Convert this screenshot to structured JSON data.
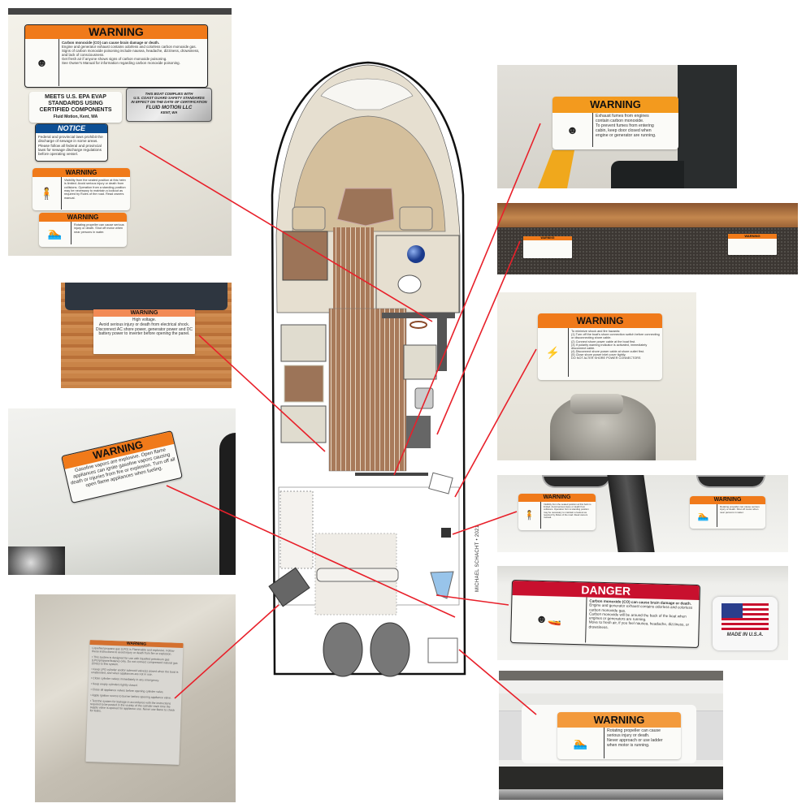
{
  "credit": "MICHAEL SCHACHT • 2021",
  "colors": {
    "warning_orange": "#f07a1a",
    "danger_red": "#c8102e",
    "notice_blue": "#0d4f94",
    "leader_line": "#e8202a",
    "teak": "#a87a5a",
    "cabin_beige": "#e6dfd0",
    "cushion_tan": "#d4bf9c"
  },
  "photos": {
    "helm_panel": {
      "co_warning": {
        "title": "WARNING",
        "lines": [
          "Carbon monoxide (CO) can cause brain damage or death.",
          "Engine and generator exhaust contains odorless and colorless carbon monoxide gas.",
          "Signs of carbon monoxide poisoning include nausea, headache, dizziness, drowsiness, and lack of consciousness.",
          "Get fresh air if anyone shows signs of carbon monoxide poisoning.",
          "See Owner's Manual for information regarding carbon monoxide poisoning."
        ]
      },
      "epa": {
        "lines": [
          "MEETS U.S. EPA EVAP",
          "STANDARDS USING",
          "CERTIFIED COMPONENTS"
        ],
        "maker": "Fluid Motion, Kent, WA"
      },
      "uscg": {
        "lines": [
          "THIS BOAT COMPLIES WITH",
          "U.S. COAST GUARD SAFETY STANDARDS",
          "IN EFFECT ON THE DATE OF CERTIFICATION"
        ],
        "maker": "FLUID MOTION LLC",
        "city": "KENT, WA"
      },
      "notice": {
        "title": "NOTICE",
        "text": "Federal and provincial laws prohibit the discharge of sewage in some areas. Please follow all federal and provincial laws for sewage discharge regulations before operating vessel."
      },
      "visibility_warning": {
        "title": "WARNING",
        "text": "Visibility from the seated position at this helm is limited. Avoid serious injury or death from collisions. Operation from a standing position may be necessary to maintain a lookout as required by Rules of the road. Read owners manual."
      },
      "propeller_warning": {
        "title": "WARNING",
        "text": "Rotating propeller can cause serious injury or death. Shut off motor when near persons in water."
      }
    },
    "electrical_panel": {
      "title": "WARNING",
      "lines": [
        "High voltage.",
        "Avoid serious injury or death from electrical shock. Disconnect AC shore power, generator power and DC battery power to inverter before opening the panel."
      ]
    },
    "fuel_fill": {
      "title": "WARNING",
      "text": "Gasoline vapors are explosive. Open flame appliances can ignite gasoline vapors causing death or injuries from fire or explosion. Turn off all open flame appliances when fueling."
    },
    "lpg_locker": {
      "title": "WARNING",
      "paragraphs": [
        "Liquefied propane gas (LPG) is Flammable and explosive. Follow these instructions to avoid injury or death from fire or explosion.",
        "• This system is designed for use with liquefied petroleum gas (LPG/propane/butane) only. Do not connect compressed natural gas (CNG) to this system.",
        "• Keep LPG cylinder and/or solenoid valve(s) closed when the boat is unattended, and when appliances are not in use.",
        "• Close cylinder valves immediately in any emergency.",
        "• Keep empty cylinders tightly closed.",
        "• Close all appliance valves before opening cylinder valve.",
        "• Apply ignition source to burner before opening appliance valve.",
        "• Test the system for leakage in accordance with the instructions required to be posted in the vicinity of the cylinder each time the supply valve is opened for appliance use. Never use flame to check for leaks."
      ]
    },
    "cabin_door": {
      "title": "WARNING",
      "lines": [
        "Exhaust fumes from engines",
        "contain carbon monoxide.",
        "To prevent fumes from entering",
        "cabin, keep door closed when",
        "engine or generator are running."
      ]
    },
    "galley_counter": {
      "left_title": "WARNING",
      "right_title": "WARNING"
    },
    "shore_power": {
      "title": "WARNING",
      "lines": [
        "To minimize shock and fire hazards:",
        "(1) Turn off the boat's shore connection switch before connecting or disconnecting shore cable.",
        "(2) Connect shore power cable at the boat first.",
        "(3) If polarity warning indicator is activated, immediately disconnect cable.",
        "(4) Disconnect shore power cable at shore outlet first.",
        "(5) Close shore power inlet cover tightly.",
        "DO NOT ALTER SHORE POWER CONNECTORS"
      ]
    },
    "helm_console": {
      "visibility_warning": {
        "title": "WARNING",
        "text": "Visibility from the seated position at this helm is limited. Avoid serious injury or death from collisions. Operation from a standing position may be necessary to maintain a lookout as required by Rules of the road. Read owners manual."
      },
      "propeller_warning": {
        "title": "WARNING",
        "text": "Rotating propeller can cause serious injury or death. Shut off motor when near persons in water."
      }
    },
    "transom_danger": {
      "title": "DANGER",
      "lines": [
        "Carbon monoxide (CO) can cause brain damage or death.",
        "Engine and generator exhaust contains odorless and colorless carbon monoxide gas.",
        "Carbon monoxide will be around the back of the boat when engines or generators are running.",
        "Move to fresh air, if you feel nausea, headache, dizziness, or drowsiness."
      ],
      "flag_caption": "MADE IN U.S.A."
    },
    "swim_ladder": {
      "title": "WARNING",
      "lines": [
        "Rotating propeller can cause",
        "serious injury or death.",
        "Never approach or use ladder",
        "when motor is running."
      ]
    }
  }
}
